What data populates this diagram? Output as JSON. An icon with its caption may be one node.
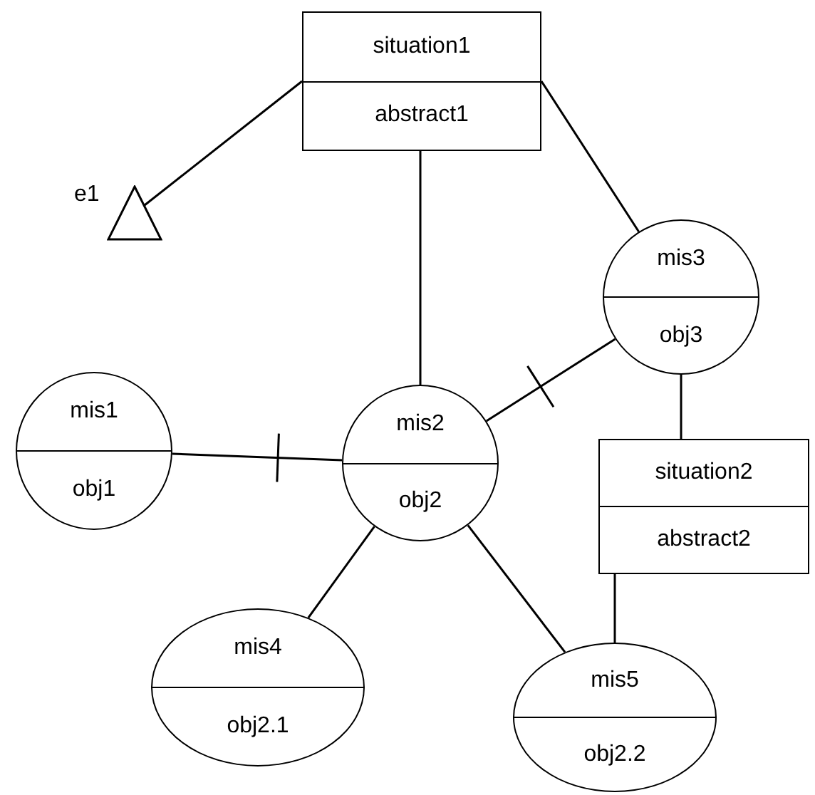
{
  "diagram": {
    "nodes": [
      {
        "text": [
          "situation1",
          "abstract1"
        ]
      },
      {
        "text": [],
        "shape": "triangle",
        "beside": [
          "e1"
        ]
      },
      {
        "text": [
          "mis3",
          "obj3"
        ]
      },
      {
        "text": [
          "mis1",
          "obj1"
        ]
      },
      {
        "text": [
          "mis2",
          "obj2"
        ]
      },
      {
        "text": [
          "situation2",
          "abstract2"
        ]
      },
      {
        "text": [
          "mis4",
          "obj2.1"
        ]
      },
      {
        "text": [
          "mis5",
          "obj2.2"
        ]
      }
    ],
    "edges": [
      {
        "from": 0,
        "to": 1,
        "arrow": "none"
      },
      {
        "from": 0,
        "to": 4,
        "arrow": "none"
      },
      {
        "from": 0,
        "to": 2,
        "arrow": "none"
      },
      {
        "from": 2,
        "to": 4,
        "arrow": "other"
      },
      {
        "from": 3,
        "to": 4,
        "arrow": "other"
      },
      {
        "from": 2,
        "to": 5,
        "arrow": "none"
      },
      {
        "from": 4,
        "to": 6,
        "arrow": "none"
      },
      {
        "from": 4,
        "to": 7,
        "arrow": "none"
      },
      {
        "from": 5,
        "to": 7,
        "arrow": "none"
      }
    ]
  }
}
